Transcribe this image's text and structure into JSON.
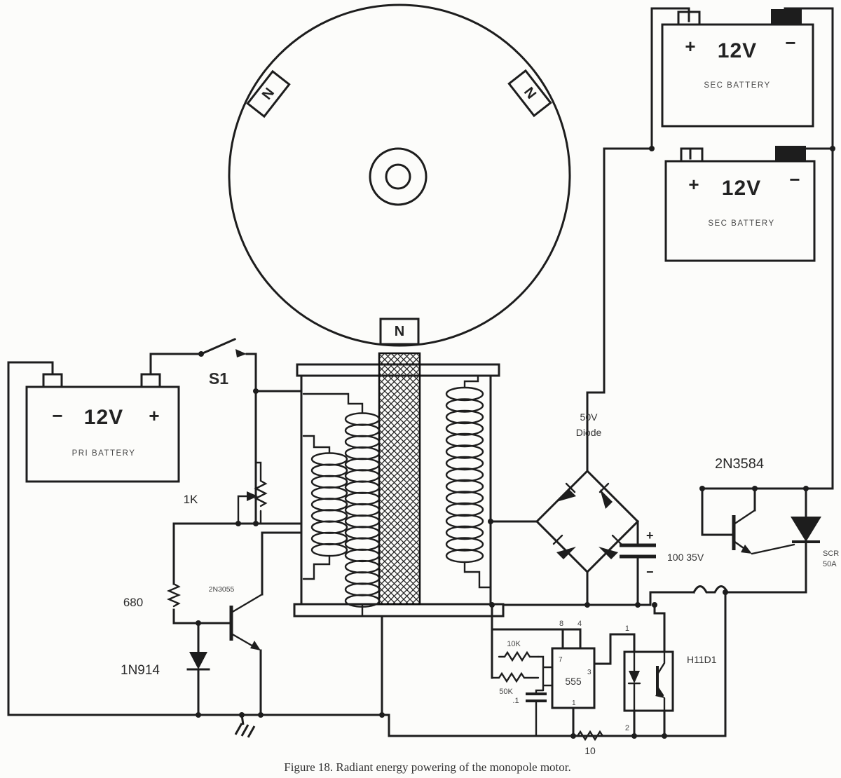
{
  "figure": {
    "caption": "Figure 18.  Radiant energy powering of the monopole motor."
  },
  "rotor": {
    "magnet": "N"
  },
  "batteries": {
    "primary": {
      "minus": "−",
      "voltage": "12V",
      "plus": "+",
      "name": "PRI BATTERY"
    },
    "secondary_top": {
      "plus": "+",
      "voltage": "12V",
      "minus": "−",
      "name": "SEC BATTERY"
    },
    "secondary_bottom": {
      "plus": "+",
      "voltage": "12V",
      "minus": "−",
      "name": "SEC BATTERY"
    }
  },
  "labels": {
    "s1": "S1",
    "pot": "1K",
    "r_base": "680",
    "d1": "1N914",
    "q1": "2N3055",
    "bridge_line1": "50V",
    "bridge_line2": "Diode",
    "cap_plus": "+",
    "cap_minus": "−",
    "cap_value": "100 35V",
    "q2": "2N3584",
    "scr_line1": "SCR",
    "scr_line2": "50A",
    "r_timer1": "10K",
    "r_timer2": "50K",
    "c_timer": ".1",
    "ic": "555",
    "pin7": "7",
    "pin8": "8",
    "pin4": "4",
    "pin3": "3",
    "pin1": "1",
    "r_out": "10",
    "opto": "H11D1",
    "opto_pin1": "1",
    "opto_pin2": "2"
  }
}
